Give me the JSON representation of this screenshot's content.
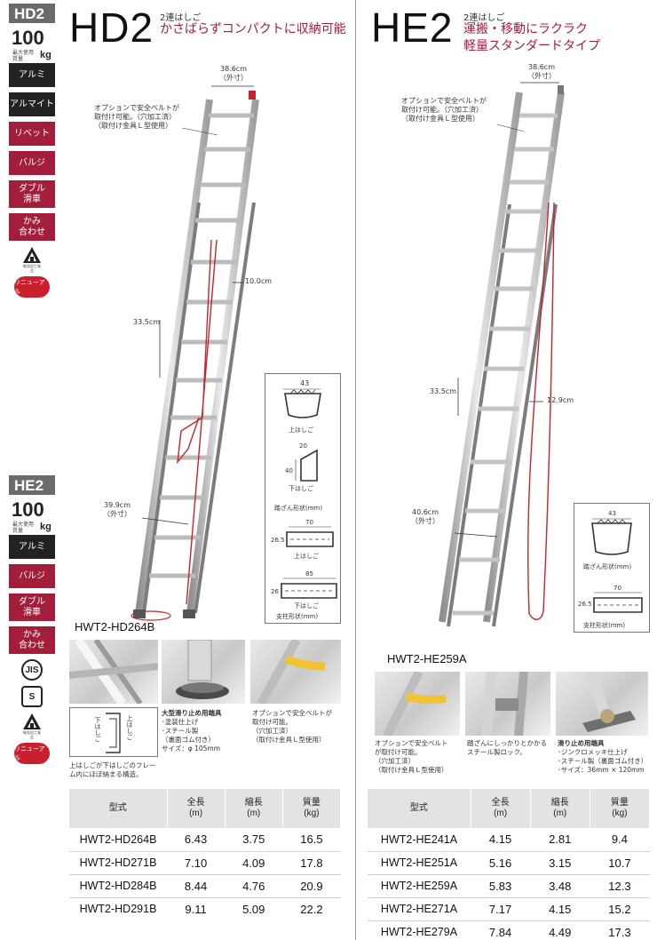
{
  "hd2_sidebar": {
    "badge": "HD2",
    "max_load": "100",
    "max_load_label": "最大使用\n質量",
    "unit": "kg",
    "tags": [
      "アルミ",
      "アルマイト",
      "リベット",
      "バルジ",
      "ダブル\n滑車",
      "かみ\n合わせ"
    ],
    "cert_text": "軽仮設工業会",
    "renewal": "リニューアル"
  },
  "he2_sidebar": {
    "badge": "HE2",
    "max_load": "100",
    "max_load_label": "最大使用\n質量",
    "unit": "kg",
    "tags": [
      "アルミ",
      "バルジ",
      "ダブル\n滑車",
      "かみ\n合わせ"
    ],
    "jis": "JIS",
    "s_mark": "S",
    "cert_text": "軽仮設工業会",
    "renewal": "リニューアル"
  },
  "hd2": {
    "model": "HD2",
    "subtitle_small": "2連はしご",
    "subtitle_big": "かさばらずコンパクトに収納可能",
    "dim_top": "38.6cm\n（外寸）",
    "option_note": "オプションで安全ベルトが\n取付け可能。（穴加工済）\n（取付け金具Ｌ型使用）",
    "dim_side": "10.0cm",
    "dim_pitch": "33.5cm",
    "dim_bottom": "39.9cm\n（外寸）",
    "product_name": "HWT2-HD264B",
    "profile": {
      "upper_width": "43",
      "upper_label": "上はしご",
      "lower_a": "20",
      "lower_b": "40",
      "lower_label": "下はしご",
      "step_label": "踏ざん形状(mm)",
      "rail_upper_w": "70",
      "rail_upper_h": "26.5",
      "rail_upper_label": "上はしご",
      "rail_lower_w": "85",
      "rail_lower_h": "26",
      "rail_lower_label": "下はしご",
      "rail_label": "支柱形状(mm)"
    },
    "photo1_label_upper": "上はしご",
    "photo1_label_lower": "下はしご",
    "photo1_caption": "上はしごが下はしごのフレー\nム内にほぼ納まる構造。",
    "photo2_caption_title": "大型滑り止め用端具",
    "photo2_caption": "･塗装仕上げ\n･スチール製\n（裏面ゴム付き）\nサイズ：φ 105mm",
    "photo3_caption": "オプションで安全ベルトが\n取付け可能。\n（穴加工済）\n（取付け金具Ｌ型使用）",
    "table": {
      "headers": [
        "型式",
        "全長\n(m)",
        "縮長\n(m)",
        "質量\n(kg)"
      ],
      "rows": [
        [
          "HWT2-HD264B",
          "6.43",
          "3.75",
          "16.5"
        ],
        [
          "HWT2-HD271B",
          "7.10",
          "4.09",
          "17.8"
        ],
        [
          "HWT2-HD284B",
          "8.44",
          "4.76",
          "20.9"
        ],
        [
          "HWT2-HD291B",
          "9.11",
          "5.09",
          "22.2"
        ]
      ]
    }
  },
  "he2": {
    "model": "HE2",
    "subtitle_small": "2連はしご",
    "subtitle_big": "運搬・移動にラクラク\n軽量スタンダードタイプ",
    "dim_top": "38.6cm\n（外寸）",
    "option_note": "オプションで安全ベルトが\n取付け可能。（穴加工済）\n（取付け金具Ｌ型使用）",
    "dim_side": "12.9cm",
    "dim_pitch": "33.5cm",
    "dim_bottom": "40.6cm\n（外寸）",
    "product_name": "HWT2-HE259A",
    "profile": {
      "step_width": "43",
      "step_label": "踏ざん形状(mm)",
      "rail_w": "70",
      "rail_h": "26.5",
      "rail_label": "支柱形状(mm)"
    },
    "photo1_caption": "オプションで安全ベルト\nが取付け可能。\n（穴加工済）\n（取付け金具Ｌ型使用）",
    "photo2_caption": "踏ざんにしっかりとかかる\nスチール製ロック。",
    "photo3_caption_title": "滑り止め用端具",
    "photo3_caption": "･ジンクロメッキ仕上げ\n･スチール製（裏面ゴム付き）\n･サイズ：36mm × 120mm",
    "table": {
      "headers": [
        "型式",
        "全長\n(m)",
        "縮長\n(m)",
        "質量\n(kg)"
      ],
      "rows": [
        [
          "HWT2-HE241A",
          "4.15",
          "2.81",
          "9.4"
        ],
        [
          "HWT2-HE251A",
          "5.16",
          "3.15",
          "10.7"
        ],
        [
          "HWT2-HE259A",
          "5.83",
          "3.48",
          "12.3"
        ],
        [
          "HWT2-HE271A",
          "7.17",
          "4.15",
          "15.2"
        ],
        [
          "HWT2-HE279A",
          "7.84",
          "4.49",
          "17.3"
        ]
      ]
    }
  }
}
